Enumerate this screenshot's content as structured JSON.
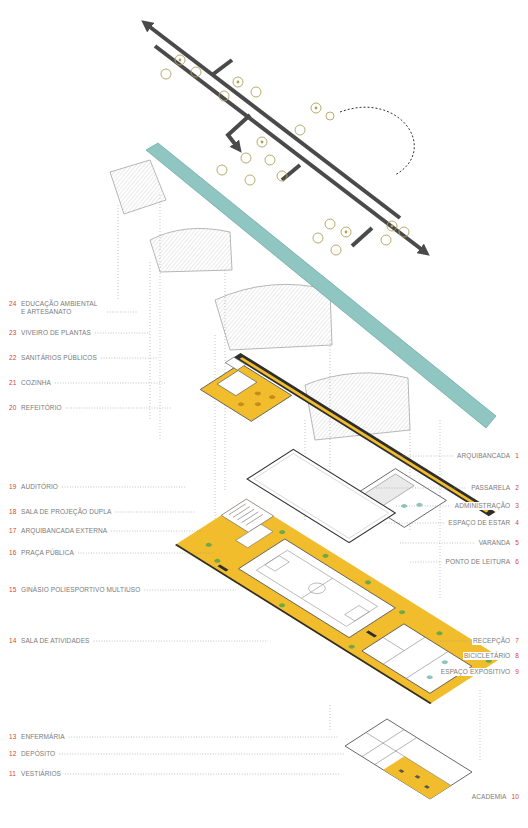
{
  "diagram": {
    "labels": [
      "24",
      "EDUCAÇÃO AMBIENTAL E ARTESANATO",
      "23",
      "VIVEIRO DE PLANTAS",
      "22",
      "SANITÁRIOS PÚBLICOS",
      "21",
      "COZINHA",
      "20",
      "REFEITÓRIO",
      "19",
      "AUDITÓRIO",
      "18",
      "SALA DE PROJEÇÃO DUPLA",
      "17",
      "ARQUIBANCADA EXTERNA",
      "16",
      "PRAÇA PÚBLICA",
      "15",
      "GINÁSIO POLIESPORTIVO MULTIUSO",
      "14",
      "SALA DE ATIVIDADES",
      "13",
      "ENFERMÁRIA",
      "12",
      "DEPÓSITO",
      "11",
      "VESTIÁRIOS",
      "ARQUIBANCADA",
      "1",
      "PASSARELA",
      "2",
      "ADMINISTRAÇÃO",
      "3",
      "ESPAÇO DE ESTAR",
      "4",
      "VARANDA",
      "5",
      "PONTO DE LEITURA",
      "6",
      "RECEPÇÃO",
      "7",
      "BICICLETÁRIO",
      "8",
      "ESPAÇO EXPOSITIVO",
      "9",
      "ACADEMIA",
      "10"
    ]
  }
}
